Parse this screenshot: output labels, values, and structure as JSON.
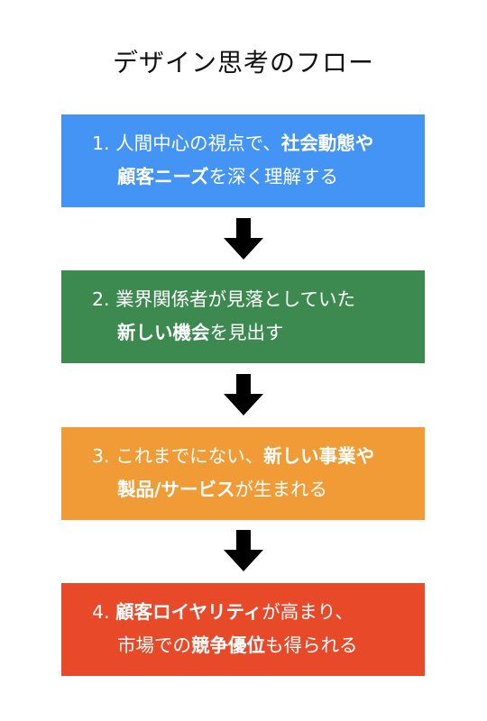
{
  "title": "デザイン思考のフロー",
  "steps": [
    {
      "color": "#4394F5",
      "line1_plain": "1. 人間中心の視点で、",
      "line1_bold": "社会動態や",
      "line2_bold": "顧客ニーズ",
      "line2_plain": "を深く理解する"
    },
    {
      "color": "#3D8A50",
      "line1_plain": "2. 業界関係者が見落としていた",
      "line1_bold": "",
      "line2_bold": "新しい機会",
      "line2_plain": "を見出す"
    },
    {
      "color": "#F09B35",
      "line1_plain": "3. これまでにない、",
      "line1_bold": "新しい事業や",
      "line2_bold": "製品/サービス",
      "line2_plain": "が生まれる"
    },
    {
      "color": "#E84A29",
      "line1_plain": "4. ",
      "line1_bold": "顧客ロイヤリティ",
      "line1_plain2": "が高まり、",
      "line2_plain_pre": "市場での",
      "line2_bold": "競争優位",
      "line2_plain": "も得られる"
    }
  ],
  "arrow_color": "#000000"
}
